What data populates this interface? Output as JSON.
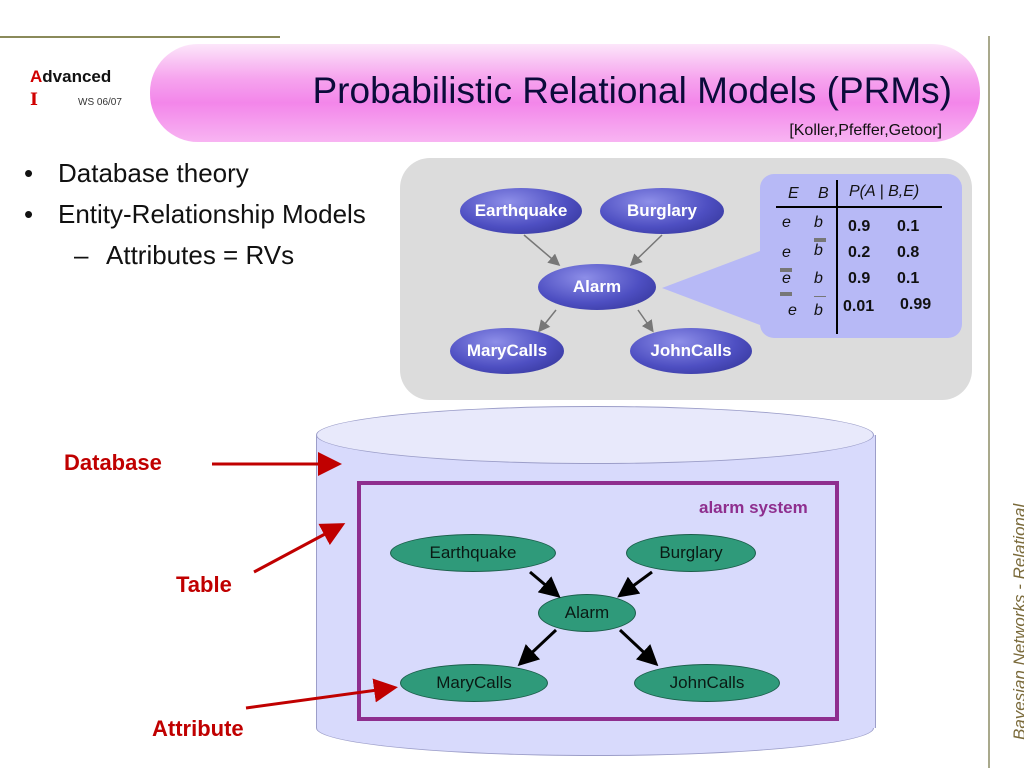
{
  "header": {
    "logo_first_letter": "A",
    "logo_rest": "dvanced",
    "logo_second_letter": "I",
    "term": "WS 06/07",
    "title": "Probabilistic Relational Models (PRMs)",
    "citation": "[Koller,Pfeffer,Getoor]"
  },
  "bullets": [
    {
      "mark": "•",
      "text": "Database theory"
    },
    {
      "mark": "•",
      "text": "Entity-Relationship Models"
    }
  ],
  "sub_bullet": {
    "mark": "–",
    "text": "Attributes = RVs"
  },
  "bayes_net": {
    "nodes": [
      "Earthquake",
      "Burglary",
      "Alarm",
      "MaryCalls",
      "JohnCalls"
    ],
    "cpt": {
      "header_e": "E",
      "header_b": "B",
      "header_p": "P(A | B,E)",
      "rows": [
        {
          "e": "e",
          "b": "b",
          "p_true": "0.9",
          "p_false": "0.1"
        },
        {
          "e": "e",
          "b": "b",
          "p_true": "0.2",
          "p_false": "0.8"
        },
        {
          "e": "e",
          "b": "b",
          "p_true": "0.9",
          "p_false": "0.1"
        },
        {
          "e": "e",
          "b": "b",
          "p_true": "0.01",
          "p_false": "0.99"
        }
      ]
    }
  },
  "database": {
    "table_name": "alarm system",
    "nodes": [
      "Earthquake",
      "Burglary",
      "Alarm",
      "MaryCalls",
      "JohnCalls"
    ]
  },
  "annotations": {
    "database": "Database",
    "table": "Table",
    "attribute": "Attribute"
  },
  "side_text": "Bayesian Networks  - Relational",
  "colors": {
    "title_band": "#f386ea",
    "bn_node": "#4e4fc2",
    "db_node": "#2f9a7a",
    "table_frame": "#8e2e8e",
    "annotation_red": "#c00000"
  }
}
